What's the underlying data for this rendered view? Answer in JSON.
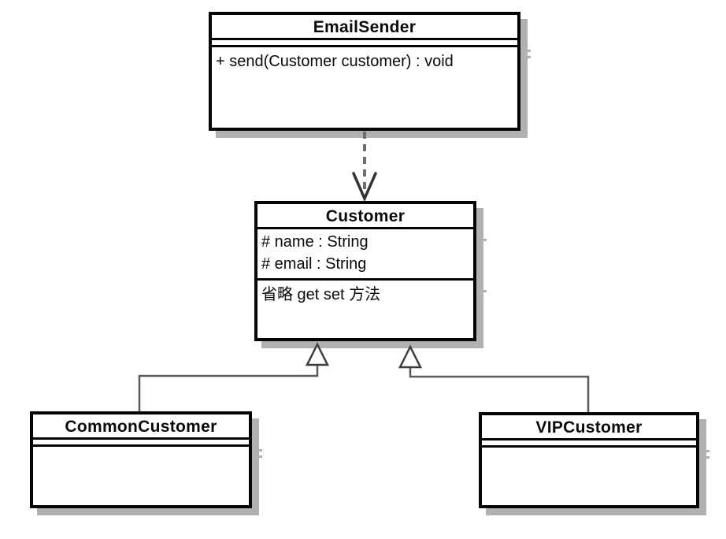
{
  "diagram": {
    "kind": "uml-class-diagram",
    "classes": {
      "emailSender": {
        "title": "EmailSender",
        "attributes": [],
        "methods": [
          "+ send(Customer customer) : void"
        ]
      },
      "customer": {
        "title": "Customer",
        "attributes": [
          "# name : String",
          "# email : String"
        ],
        "methods": [
          "省略 get set 方法"
        ]
      },
      "commonCustomer": {
        "title": "CommonCustomer",
        "attributes": [],
        "methods": []
      },
      "vipCustomer": {
        "title": "VIPCustomer",
        "attributes": [],
        "methods": []
      }
    },
    "relations": [
      {
        "type": "dependency",
        "from": "EmailSender",
        "to": "Customer",
        "line": "dashed",
        "arrowhead": "open"
      },
      {
        "type": "generalization",
        "from": "CommonCustomer",
        "to": "Customer",
        "line": "solid",
        "arrowhead": "hollow-triangle"
      },
      {
        "type": "generalization",
        "from": "VIPCustomer",
        "to": "Customer",
        "line": "solid",
        "arrowhead": "hollow-triangle"
      }
    ],
    "colors": {
      "background": "#ffffff",
      "box_fill": "#ffffff",
      "box_border": "#050505",
      "shadow": "#b1b1b1",
      "dependency_line": "#6e6e6e",
      "arrowhead": "#333333",
      "connector": "#5a5a5a",
      "triangle_outline": "#3d3d3d",
      "triangle_fill": "#ffffff"
    }
  }
}
